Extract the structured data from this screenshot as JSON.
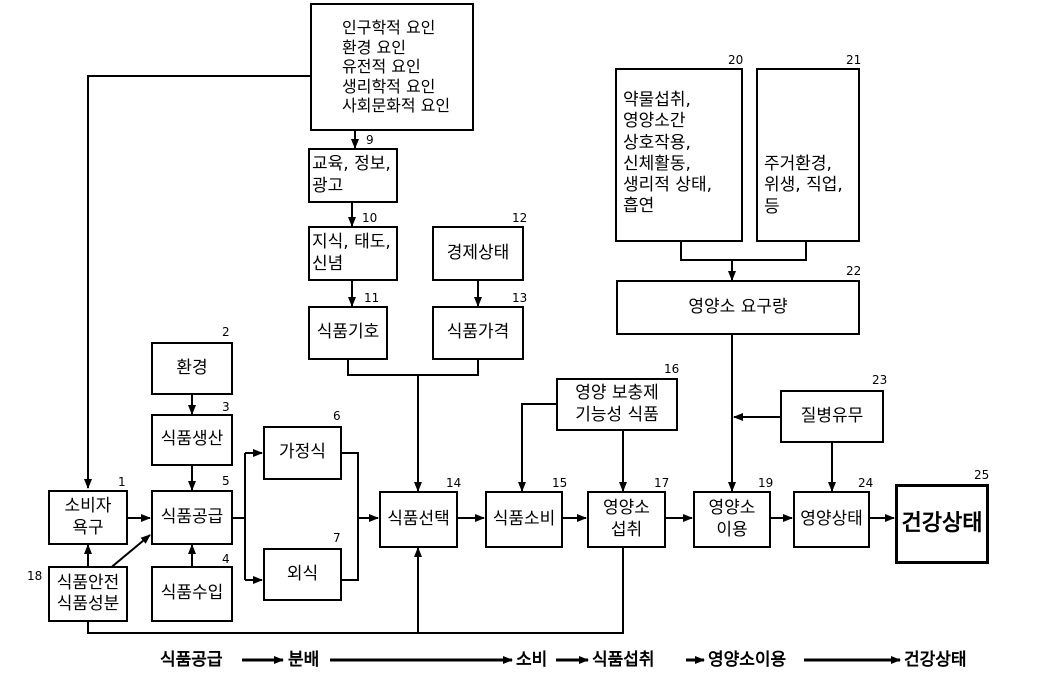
{
  "boxes": {
    "factors": "인구학적 요인\n환경 요인\n유전적 요인\n생리학적 요인\n사회문화적  요인",
    "education": "교육, 정보,\n광고",
    "knowledge": "지식, 태도,\n신념",
    "economy": "경제상태",
    "preference": "식품기호",
    "price": "식품가격",
    "environment": "환경",
    "production": "식품생산",
    "import": "식품수입",
    "supply": "식품공급",
    "consumer_needs": "소비자\n욕구",
    "safety": "식품안전\n식품성분",
    "home_meal": "가정식",
    "eating_out": "외식",
    "selection": "식품선택",
    "consumption": "식품소비",
    "supplement": "영양 보충제\n기능성 식품",
    "intake": "영양소\n섭취",
    "utilization": "영양소\n이용",
    "nutrition_status": "영양상태",
    "health_status": "건강상태",
    "drug_intake": "약물섭취,\n영양소간\n상호작용,\n신체활동,\n생리적 상태,\n흡연",
    "housing": "주거환경,\n위생, 직업,\n등",
    "requirements": "영양소 요구량",
    "disease": "질병유무"
  },
  "numbers": {
    "n1": "1",
    "n2": "2",
    "n3": "3",
    "n4": "4",
    "n5": "5",
    "n6": "6",
    "n7": "7",
    "n9": "9",
    "n10": "10",
    "n11": "11",
    "n12": "12",
    "n13": "13",
    "n14": "14",
    "n15": "15",
    "n16": "16",
    "n17": "17",
    "n18": "18",
    "n19": "19",
    "n20": "20",
    "n21": "21",
    "n22": "22",
    "n23": "23",
    "n24": "24",
    "n25": "25"
  },
  "flow": {
    "supply": "식품공급",
    "distribution": "분배",
    "consumption": "소비",
    "intake": "식품섭취",
    "utilization": "영양소이용",
    "health": "건강상태"
  }
}
